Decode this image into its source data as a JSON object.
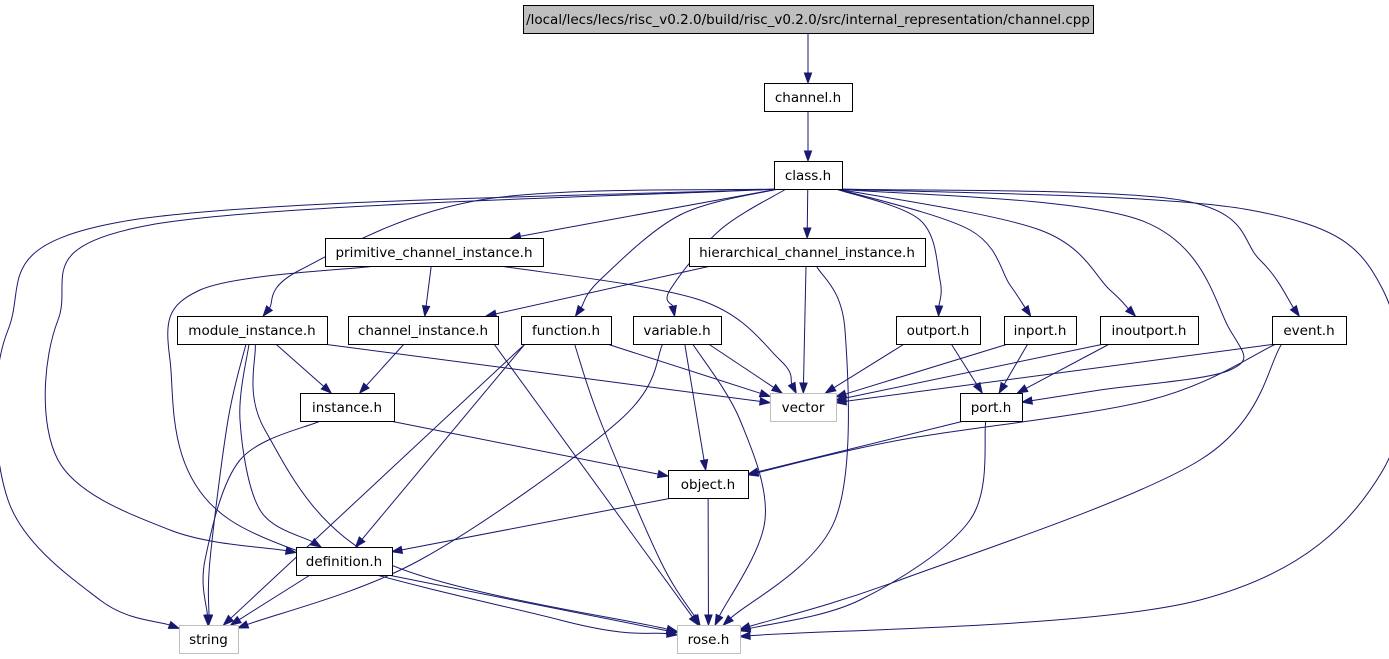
{
  "diagram": {
    "type": "include-dependency-graph",
    "colors": {
      "edge": "#191970",
      "root_fill": "#bfbfbf",
      "node_fill": "#ffffff",
      "node_border": "#000000",
      "external_border": "#bfbfbf"
    },
    "nodes": [
      {
        "id": "root",
        "label": "/local/lecs/lecs/risc_v0.2.0/build/risc_v0.2.0/src/internal_representation/channel.cpp",
        "kind": "root"
      },
      {
        "id": "channel_h",
        "label": "channel.h",
        "kind": "file"
      },
      {
        "id": "class_h",
        "label": "class.h",
        "kind": "file"
      },
      {
        "id": "primitive_channel_instance_h",
        "label": "primitive_channel_instance.h",
        "kind": "file"
      },
      {
        "id": "hierarchical_channel_instance_h",
        "label": "hierarchical_channel_instance.h",
        "kind": "file"
      },
      {
        "id": "module_instance_h",
        "label": "module_instance.h",
        "kind": "file"
      },
      {
        "id": "channel_instance_h",
        "label": "channel_instance.h",
        "kind": "file"
      },
      {
        "id": "function_h",
        "label": "function.h",
        "kind": "file"
      },
      {
        "id": "variable_h",
        "label": "variable.h",
        "kind": "file"
      },
      {
        "id": "outport_h",
        "label": "outport.h",
        "kind": "file"
      },
      {
        "id": "inport_h",
        "label": "inport.h",
        "kind": "file"
      },
      {
        "id": "inoutport_h",
        "label": "inoutport.h",
        "kind": "file"
      },
      {
        "id": "event_h",
        "label": "event.h",
        "kind": "file"
      },
      {
        "id": "instance_h",
        "label": "instance.h",
        "kind": "file"
      },
      {
        "id": "vector",
        "label": "vector",
        "kind": "external"
      },
      {
        "id": "port_h",
        "label": "port.h",
        "kind": "file"
      },
      {
        "id": "object_h",
        "label": "object.h",
        "kind": "file"
      },
      {
        "id": "definition_h",
        "label": "definition.h",
        "kind": "file"
      },
      {
        "id": "string",
        "label": "string",
        "kind": "external"
      },
      {
        "id": "rose_h",
        "label": "rose.h",
        "kind": "external"
      }
    ],
    "edges": [
      {
        "from": "root",
        "to": "channel_h"
      },
      {
        "from": "channel_h",
        "to": "class_h"
      },
      {
        "from": "class_h",
        "to": "primitive_channel_instance_h"
      },
      {
        "from": "class_h",
        "to": "hierarchical_channel_instance_h"
      },
      {
        "from": "class_h",
        "to": "module_instance_h"
      },
      {
        "from": "class_h",
        "to": "function_h"
      },
      {
        "from": "class_h",
        "to": "variable_h"
      },
      {
        "from": "class_h",
        "to": "outport_h"
      },
      {
        "from": "class_h",
        "to": "inport_h"
      },
      {
        "from": "class_h",
        "to": "inoutport_h"
      },
      {
        "from": "class_h",
        "to": "event_h"
      },
      {
        "from": "class_h",
        "to": "port_h"
      },
      {
        "from": "class_h",
        "to": "definition_h"
      },
      {
        "from": "class_h",
        "to": "string"
      },
      {
        "from": "class_h",
        "to": "rose_h"
      },
      {
        "from": "primitive_channel_instance_h",
        "to": "channel_instance_h"
      },
      {
        "from": "primitive_channel_instance_h",
        "to": "vector"
      },
      {
        "from": "primitive_channel_instance_h",
        "to": "rose_h"
      },
      {
        "from": "hierarchical_channel_instance_h",
        "to": "channel_instance_h"
      },
      {
        "from": "hierarchical_channel_instance_h",
        "to": "vector"
      },
      {
        "from": "hierarchical_channel_instance_h",
        "to": "rose_h"
      },
      {
        "from": "module_instance_h",
        "to": "instance_h"
      },
      {
        "from": "module_instance_h",
        "to": "vector"
      },
      {
        "from": "module_instance_h",
        "to": "definition_h"
      },
      {
        "from": "module_instance_h",
        "to": "string"
      },
      {
        "from": "module_instance_h",
        "to": "rose_h"
      },
      {
        "from": "channel_instance_h",
        "to": "instance_h"
      },
      {
        "from": "channel_instance_h",
        "to": "rose_h"
      },
      {
        "from": "function_h",
        "to": "vector"
      },
      {
        "from": "function_h",
        "to": "definition_h"
      },
      {
        "from": "function_h",
        "to": "string"
      },
      {
        "from": "function_h",
        "to": "rose_h"
      },
      {
        "from": "variable_h",
        "to": "vector"
      },
      {
        "from": "variable_h",
        "to": "object_h"
      },
      {
        "from": "variable_h",
        "to": "string"
      },
      {
        "from": "variable_h",
        "to": "rose_h"
      },
      {
        "from": "outport_h",
        "to": "vector"
      },
      {
        "from": "outport_h",
        "to": "port_h"
      },
      {
        "from": "inport_h",
        "to": "vector"
      },
      {
        "from": "inport_h",
        "to": "port_h"
      },
      {
        "from": "inoutport_h",
        "to": "vector"
      },
      {
        "from": "inoutport_h",
        "to": "port_h"
      },
      {
        "from": "event_h",
        "to": "vector"
      },
      {
        "from": "event_h",
        "to": "object_h"
      },
      {
        "from": "event_h",
        "to": "rose_h"
      },
      {
        "from": "instance_h",
        "to": "object_h"
      },
      {
        "from": "instance_h",
        "to": "string"
      },
      {
        "from": "port_h",
        "to": "object_h"
      },
      {
        "from": "port_h",
        "to": "rose_h"
      },
      {
        "from": "object_h",
        "to": "definition_h"
      },
      {
        "from": "object_h",
        "to": "rose_h"
      },
      {
        "from": "definition_h",
        "to": "string"
      },
      {
        "from": "definition_h",
        "to": "rose_h"
      }
    ]
  }
}
